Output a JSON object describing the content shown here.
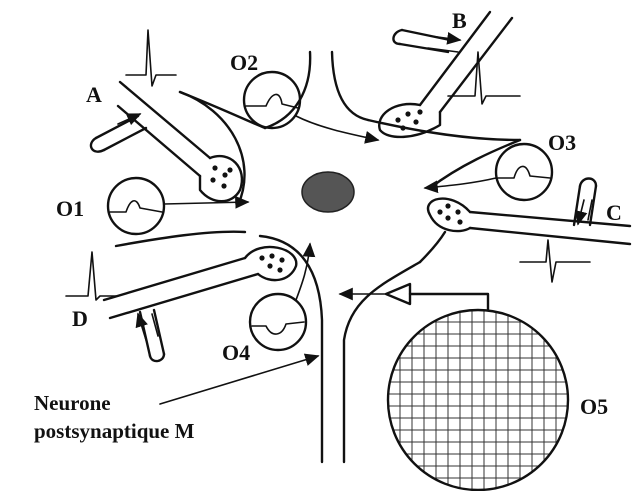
{
  "labels": {
    "A": "A",
    "B": "B",
    "C": "C",
    "D": "D",
    "O1": "O1",
    "O2": "O2",
    "O3": "O3",
    "O4": "O4",
    "O5": "O5"
  },
  "caption": {
    "line1": "Neurone",
    "line2": "postsynaptique M"
  }
}
